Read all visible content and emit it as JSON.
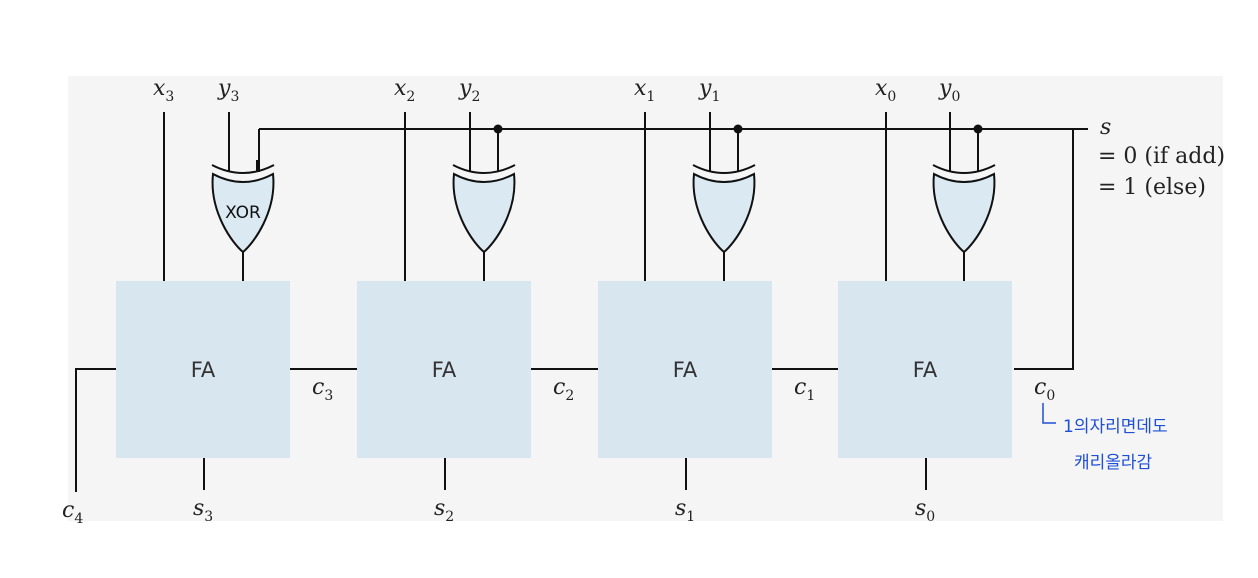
{
  "adders": [
    {
      "label": "FA",
      "x": "x",
      "x_sub": "3",
      "y": "y",
      "y_sub": "3",
      "s": "s",
      "s_sub": "3",
      "c_out": "c",
      "c_out_sub": "4",
      "gate_label": "XOR"
    },
    {
      "label": "FA",
      "x": "x",
      "x_sub": "2",
      "y": "y",
      "y_sub": "2",
      "s": "s",
      "s_sub": "2",
      "c_out": "c",
      "c_out_sub": "3",
      "gate_label": ""
    },
    {
      "label": "FA",
      "x": "x",
      "x_sub": "1",
      "y": "y",
      "y_sub": "1",
      "s": "s",
      "s_sub": "1",
      "c_out": "c",
      "c_out_sub": "2",
      "gate_label": ""
    },
    {
      "label": "FA",
      "x": "x",
      "x_sub": "0",
      "y": "y",
      "y_sub": "0",
      "s": "s",
      "s_sub": "0",
      "c_out": "c",
      "c_out_sub": "1",
      "gate_label": ""
    }
  ],
  "carry_in": {
    "name": "c",
    "sub": "0"
  },
  "control": {
    "name": "s",
    "line1": "= 0 (if add)",
    "line2": "= 1 (else)"
  },
  "annotation": {
    "line1": "1의자리면데도",
    "line2": "캐리올라감",
    "color": "#1f4fd6"
  }
}
